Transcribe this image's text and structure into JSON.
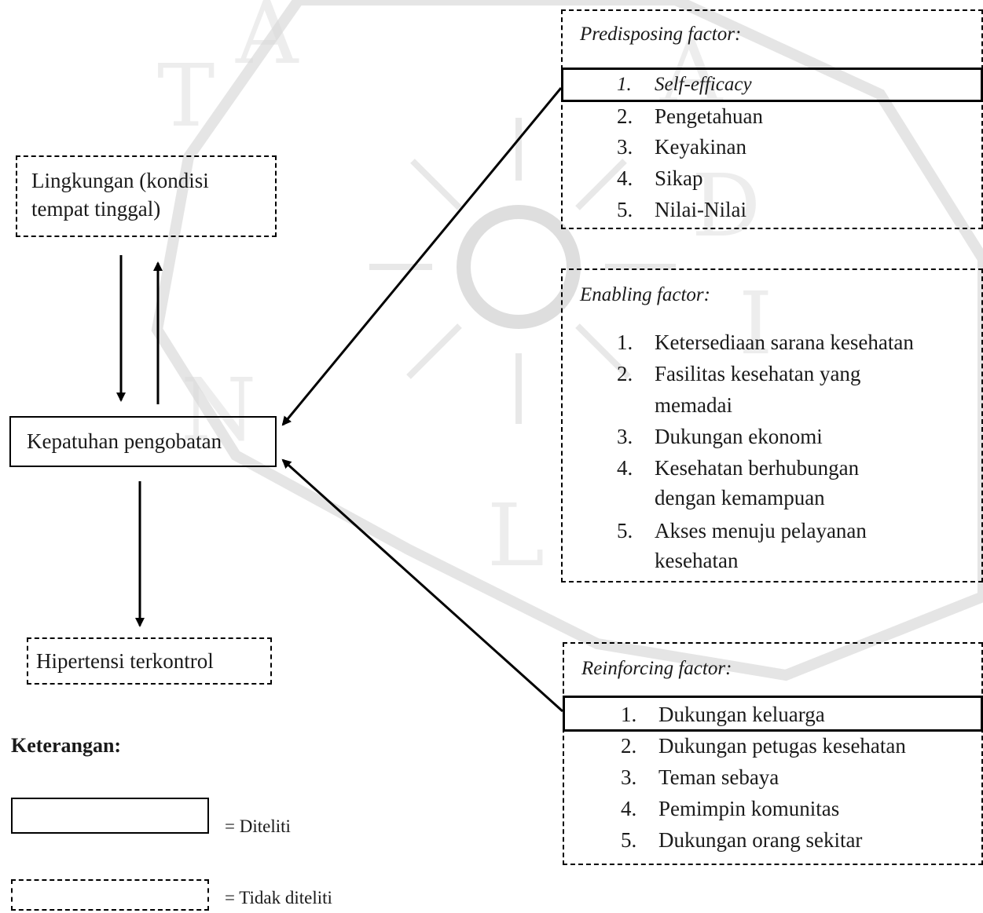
{
  "left": {
    "environment": "Lingkungan (kondisi tempat tinggal)",
    "environment_line1": "Lingkungan (kondisi",
    "environment_line2": "tempat tinggal)",
    "adherence": "Kepatuhan pengobatan",
    "outcome": "Hipertensi terkontrol"
  },
  "predisposing": {
    "heading": "Predisposing factor:",
    "items": [
      "Self-efficacy",
      "Pengetahuan",
      "Keyakinan",
      "Sikap",
      "Nilai-Nilai"
    ]
  },
  "enabling": {
    "heading": "Enabling factor:",
    "items": [
      "Ketersediaan sarana kesehatan",
      "Fasilitas kesehatan yang memadai",
      "Dukungan ekonomi",
      "Kesehatan berhubungan dengan kemampuan",
      "Akses menuju pelayanan kesehatan"
    ],
    "wrapped": {
      "i2a": "Fasilitas kesehatan yang",
      "i2b": "memadai",
      "i4a": "Kesehatan berhubungan",
      "i4b": "dengan kemampuan",
      "i5a": "Akses menuju pelayanan",
      "i5b": "kesehatan"
    }
  },
  "reinforcing": {
    "heading": "Reinforcing factor:",
    "items": [
      "Dukungan keluarga",
      "Dukungan petugas kesehatan",
      "Teman sebaya",
      "Pemimpin komunitas",
      "Dukungan orang sekitar"
    ]
  },
  "legend": {
    "title": "Keterangan:",
    "solid_label": "= Diteliti",
    "dashed_label": "= Tidak diteliti"
  },
  "numbers": [
    "1.",
    "2.",
    "3.",
    "4.",
    "5."
  ]
}
